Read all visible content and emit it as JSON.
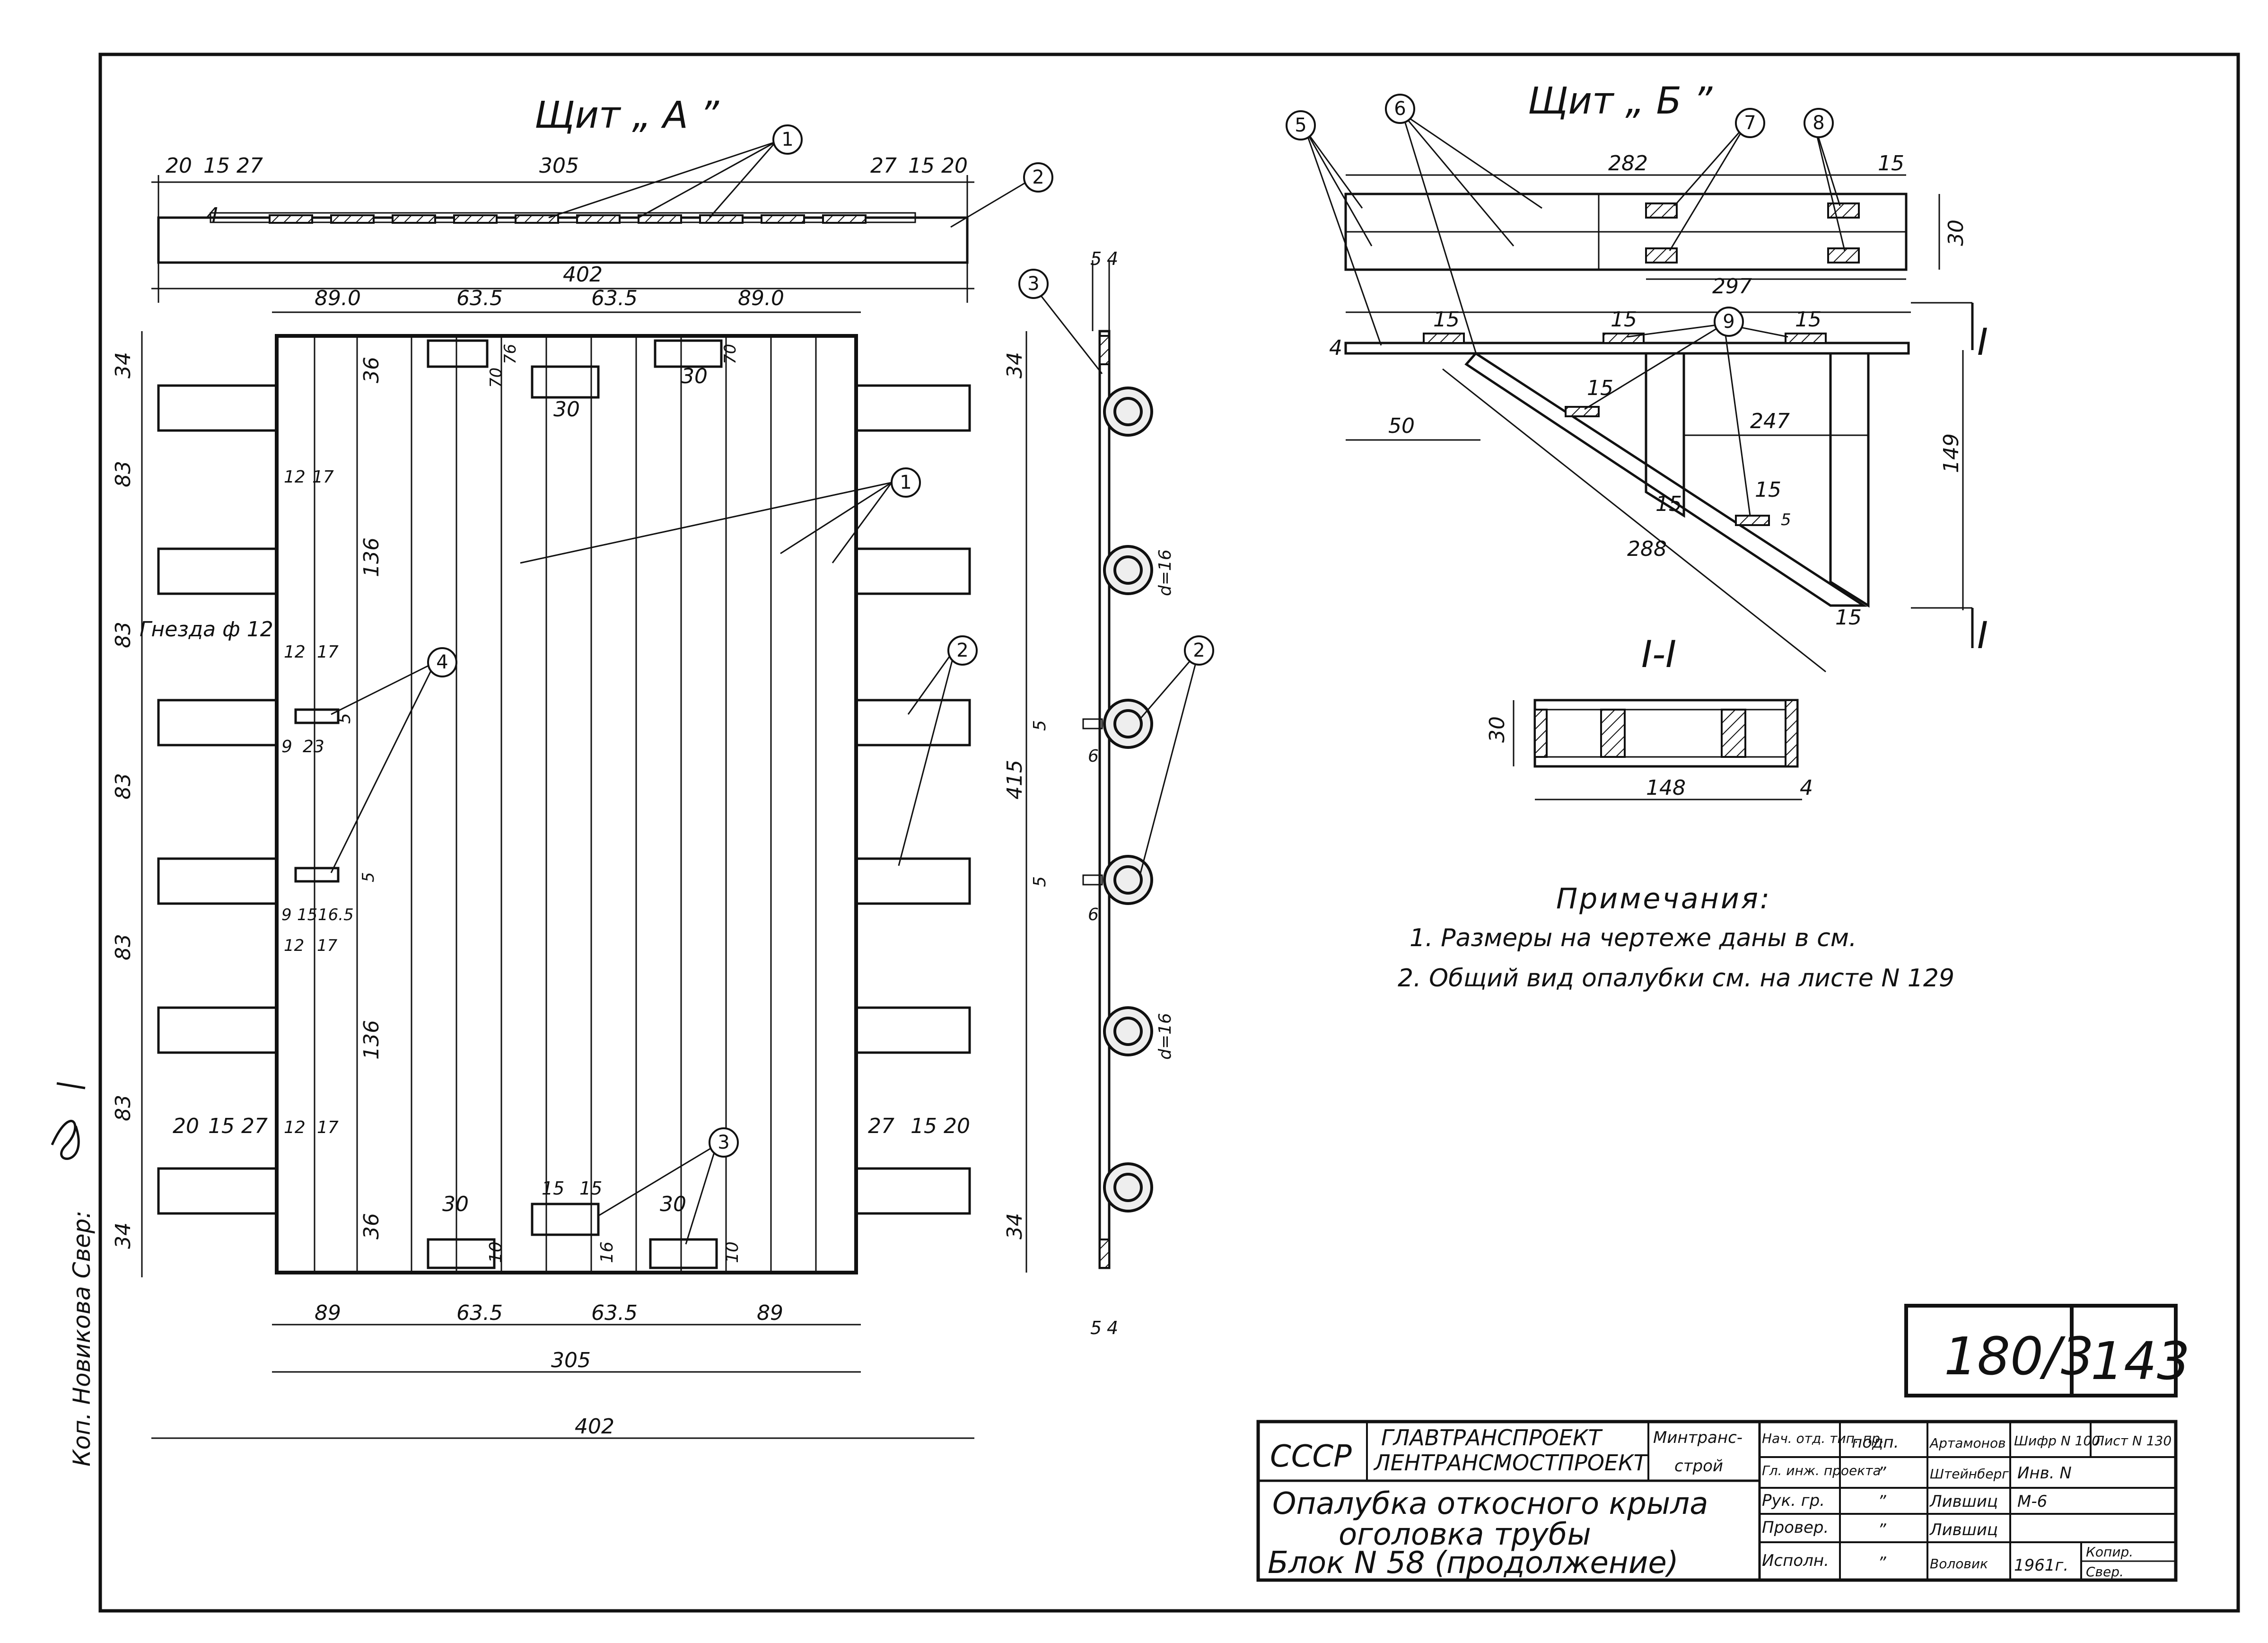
{
  "titles": {
    "shield_a": "Щит „ А ”",
    "shield_b": "Щит „ Б ”",
    "section": "I-I"
  },
  "callouts": [
    "1",
    "2",
    "3",
    "4",
    "5",
    "6",
    "7",
    "8",
    "9"
  ],
  "shield_a": {
    "top_view_dims": [
      "20",
      "15",
      "27",
      "305",
      "27",
      "15",
      "20",
      "402",
      "4"
    ],
    "column_dims_top": [
      "89.0",
      "63.5",
      "63.5",
      "89.0"
    ],
    "column_dims_bottom": [
      "89",
      "63.5",
      "63.5",
      "89"
    ],
    "width_inner": "305",
    "width_total": "402",
    "left_dims": [
      "34",
      "83",
      "83",
      "83",
      "83",
      "83",
      "34"
    ],
    "inner_dims": [
      "36",
      "136",
      "136",
      "36"
    ],
    "top_block_dims": [
      "70",
      "76",
      "30",
      "70",
      "30"
    ],
    "bottom_block_dims": [
      "30",
      "15",
      "15",
      "30",
      "10",
      "16",
      "10"
    ],
    "socket_label": "Гнезда ф 12",
    "socket_dims_1": [
      "12",
      "17",
      "9",
      "23",
      "5"
    ],
    "socket_dims_2": [
      "9",
      "15",
      "16.5",
      "12",
      "17",
      "5"
    ],
    "hole_dims": [
      "12",
      "17",
      "12",
      "17"
    ],
    "bottom_row_dims_left": [
      "20",
      "15",
      "27",
      "12",
      "17"
    ],
    "bottom_row_dims_right": [
      "27",
      "15",
      "20"
    ]
  },
  "side_view": {
    "dims": [
      "5",
      "4",
      "34",
      "415",
      "34",
      "5",
      "4",
      "5",
      "6",
      "5",
      "6"
    ],
    "diameter_labels": [
      "d=16",
      "d=16"
    ]
  },
  "shield_b": {
    "top_dims": [
      "282",
      "15",
      "297",
      "30"
    ],
    "main_dims": [
      "15",
      "15",
      "15",
      "4",
      "15",
      "50",
      "247",
      "149",
      "15",
      "15",
      "288",
      "15",
      "5"
    ],
    "section_mark": "I"
  },
  "section_ii": {
    "dims": [
      "30",
      "148",
      "4"
    ]
  },
  "notes": {
    "heading": "Примечания:",
    "items": [
      "1. Размеры на чертеже даны в см.",
      "2. Общий вид опалубки см. на листе N 129"
    ]
  },
  "side_stamp": {
    "text": "Коп. Новикова  Свер:"
  },
  "sheet_number": {
    "series": "180/3",
    "sheet": "143"
  },
  "title_block": {
    "ussr": "СССР",
    "org1": "ГЛАВТРАНСПРОЕКТ",
    "org2": "ЛЕНТРАНСМОСТПРОЕКТ",
    "ministry1": "Минтранс-",
    "ministry2": "строй",
    "title_line1": "Опалубка откосного крыла",
    "title_line2": "оголовка трубы",
    "title_line3": "Блок N 58 (продолжение)",
    "roles": [
      "Нач. отд. тип. пр.",
      "Гл. инж. проекта",
      "Рук. гр.",
      "Провер.",
      "Исполн."
    ],
    "sign_header": "подп.",
    "sign_marks": [
      "”",
      "”",
      "”",
      "”"
    ],
    "names": [
      "Артамонов",
      "Штейнберг",
      "Лившиц",
      "Лившиц",
      "Воловик"
    ],
    "code_label": "Шифр N 100",
    "list_label": "Лист N 130",
    "inv_label": "Инв. N",
    "m_label": "М-6",
    "year": "1961г.",
    "copy_label": "Копир.",
    "check_label": "Свер."
  }
}
